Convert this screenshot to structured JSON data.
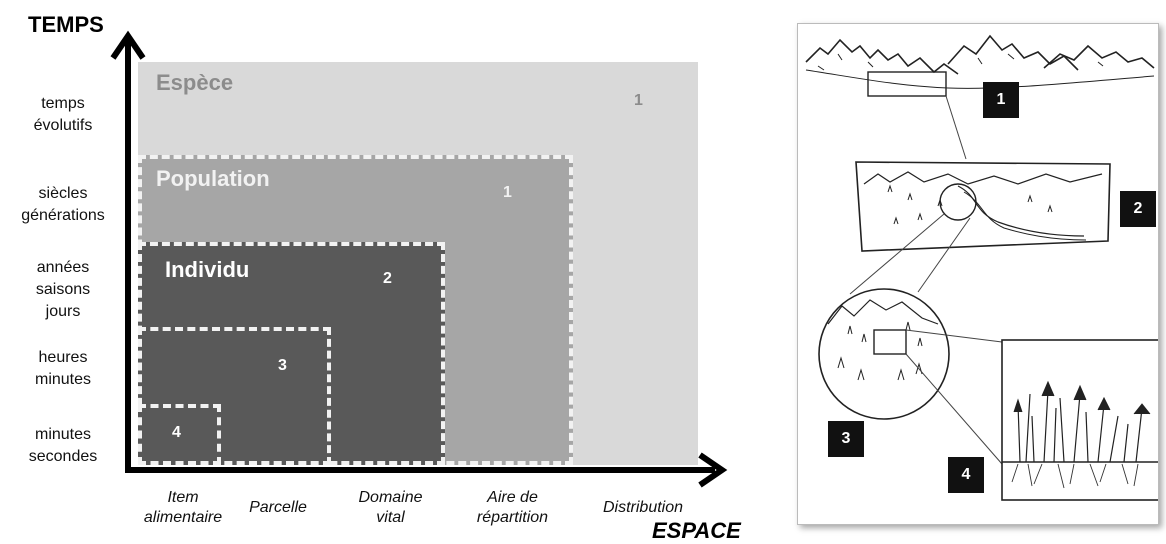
{
  "left_diagram": {
    "y_axis_title": "TEMPS",
    "x_axis_title": "ESPACE",
    "time_labels": [
      [
        "temps",
        "évolutifs"
      ],
      [
        "siècles",
        "générations"
      ],
      [
        "années",
        "saisons",
        "jours"
      ],
      [
        "heures",
        "minutes"
      ],
      [
        "minutes",
        "secondes"
      ]
    ],
    "space_labels": [
      [
        "Item",
        "alimentaire"
      ],
      [
        "Parcelle"
      ],
      [
        "Domaine",
        "vital"
      ],
      [
        "Aire de",
        "répartition"
      ],
      [
        "Distribution"
      ]
    ],
    "levels": [
      {
        "label": "Espèce",
        "number": "1",
        "color": "#d9d9d9",
        "label_color": "#8c8c8c",
        "number_color": "#8c8c8c"
      },
      {
        "label": "Population",
        "number": "1",
        "color": "#a6a6a6",
        "label_color": "#f2f2f2",
        "number_color": "#f2f2f2"
      },
      {
        "label": "Individu",
        "number": "2",
        "color": "#595959",
        "label_color": "#ffffff",
        "number_color": "#ffffff"
      },
      {
        "label": "",
        "number": "3",
        "color": "#595959",
        "label_color": "#ffffff",
        "number_color": "#ffffff"
      },
      {
        "label": "",
        "number": "4",
        "color": "#595959",
        "label_color": "#ffffff",
        "number_color": "#ffffff"
      }
    ]
  },
  "right_illustration": {
    "badges": [
      "1",
      "2",
      "3",
      "4"
    ]
  }
}
